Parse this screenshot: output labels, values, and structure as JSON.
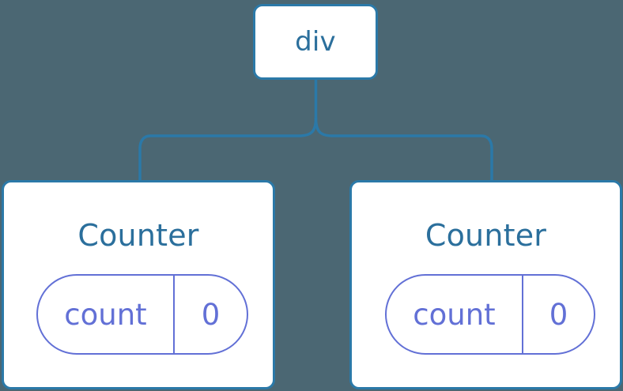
{
  "diagram": {
    "type": "component-tree",
    "background_color": "#4b6773",
    "node_border_color": "#2b79a8",
    "node_text_color": "#2b6f9c",
    "state_color": "#6270d6",
    "connector_color": "#2b79a8",
    "root": {
      "label": "div"
    },
    "children": [
      {
        "label": "Counter",
        "state": {
          "key": "count",
          "value": "0"
        }
      },
      {
        "label": "Counter",
        "state": {
          "key": "count",
          "value": "0"
        }
      }
    ]
  }
}
